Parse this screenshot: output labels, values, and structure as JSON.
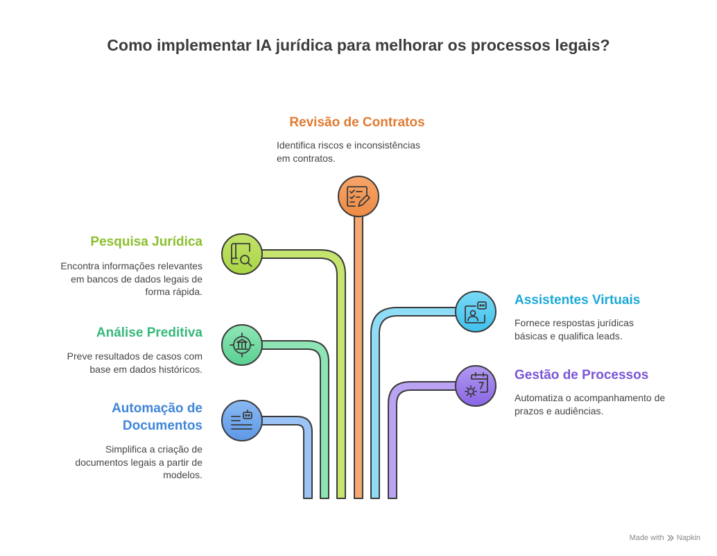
{
  "title": "Como implementar IA jurídica para melhorar os processos legais?",
  "items": {
    "revisao": {
      "heading": "Revisão de Contratos",
      "desc": [
        "Identifica riscos e inconsistências",
        "em contratos."
      ],
      "color": "#e07b32",
      "icon": "contract-checklist-pen-icon"
    },
    "pesquisa": {
      "heading": "Pesquisa Jurídica",
      "desc": [
        "Encontra informações relevantes",
        "em bancos de dados legais de",
        "forma rápida."
      ],
      "color": "#8cbf2e",
      "icon": "book-magnifier-icon"
    },
    "analise": {
      "heading": "Análise Preditiva",
      "desc": [
        "Preve resultados de casos com",
        "base em dados históricos."
      ],
      "color": "#35b97a",
      "icon": "courthouse-target-icon"
    },
    "automacao": {
      "heading": [
        "Automação de",
        "Documentos"
      ],
      "desc": [
        "Simplifica a criação de",
        "documentos legais a partir de",
        "modelos."
      ],
      "color": "#3f85d9",
      "icon": "robot-document-icon"
    },
    "assistentes": {
      "heading": "Assistentes Virtuais",
      "desc": [
        "Fornece respostas jurídicas",
        "básicas e qualifica leads."
      ],
      "color": "#1aa9d6",
      "icon": "virtual-assistant-icon"
    },
    "gestao": {
      "heading": "Gestão de Processos",
      "desc": [
        "Automatiza o acompanhamento de",
        "prazos e audiências."
      ],
      "color": "#7a55d6",
      "icon": "calendar-gear-icon"
    }
  },
  "footer": {
    "made_with": "Made with",
    "brand": "Napkin"
  }
}
